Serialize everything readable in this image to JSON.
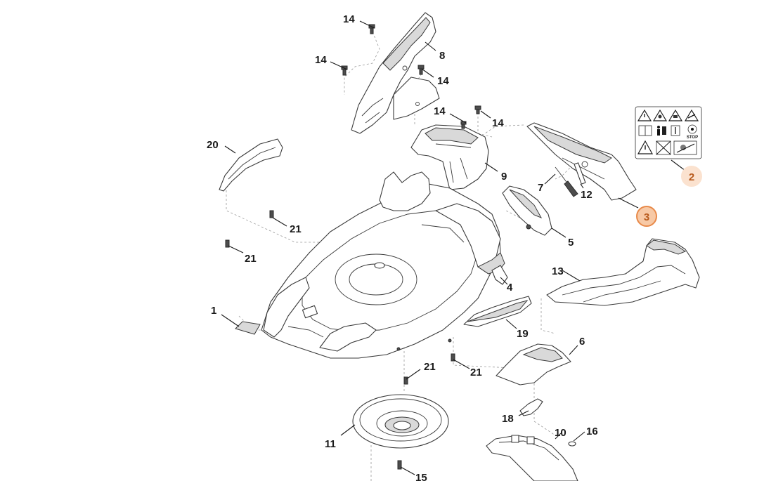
{
  "diagram": {
    "highlight_color": "#e88a4a",
    "highlight_fill_selected": "#f7c9a6",
    "highlight_fill_hover": "#fbe2cf",
    "callouts": [
      {
        "id": "c1",
        "label": "1"
      },
      {
        "id": "c2",
        "label": "2",
        "highlight": "hover"
      },
      {
        "id": "c3",
        "label": "3",
        "highlight": "selected"
      },
      {
        "id": "c4",
        "label": "4"
      },
      {
        "id": "c5",
        "label": "5"
      },
      {
        "id": "c6",
        "label": "6"
      },
      {
        "id": "c7",
        "label": "7"
      },
      {
        "id": "c8",
        "label": "8"
      },
      {
        "id": "c9",
        "label": "9"
      },
      {
        "id": "c10",
        "label": "10"
      },
      {
        "id": "c11",
        "label": "11"
      },
      {
        "id": "c12",
        "label": "12"
      },
      {
        "id": "c13",
        "label": "13"
      },
      {
        "id": "c14a",
        "label": "14"
      },
      {
        "id": "c14b",
        "label": "14"
      },
      {
        "id": "c14c",
        "label": "14"
      },
      {
        "id": "c14d",
        "label": "14"
      },
      {
        "id": "c14e",
        "label": "14"
      },
      {
        "id": "c15",
        "label": "15"
      },
      {
        "id": "c16",
        "label": "16"
      },
      {
        "id": "c18",
        "label": "18"
      },
      {
        "id": "c19",
        "label": "19"
      },
      {
        "id": "c20",
        "label": "20"
      },
      {
        "id": "c21a",
        "label": "21"
      },
      {
        "id": "c21b",
        "label": "21"
      },
      {
        "id": "c21c",
        "label": "21"
      },
      {
        "id": "c21d",
        "label": "21"
      }
    ],
    "warning_label": {
      "stop_text": "STOP",
      "icons": [
        "warning-triangle-icon",
        "hand-hazard-icon",
        "foot-hazard-icon",
        "blade-hazard-icon",
        "manual-book-icon",
        "person-distance-icon",
        "spark-plug-icon",
        "stop-blade-icon",
        "warning-triangle-icon",
        "no-slope-icon",
        "person-mower-icon"
      ]
    }
  }
}
